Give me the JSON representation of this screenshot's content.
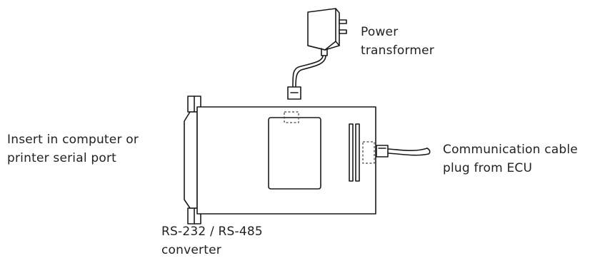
{
  "labels": {
    "power_transformer": [
      "Power",
      "transformer"
    ],
    "serial_port": [
      "Insert in computer or",
      "printer serial port"
    ],
    "comm_cable": [
      "Communication cable",
      "plug from ECU"
    ],
    "converter": [
      "RS-232 / RS-485",
      "converter"
    ]
  }
}
